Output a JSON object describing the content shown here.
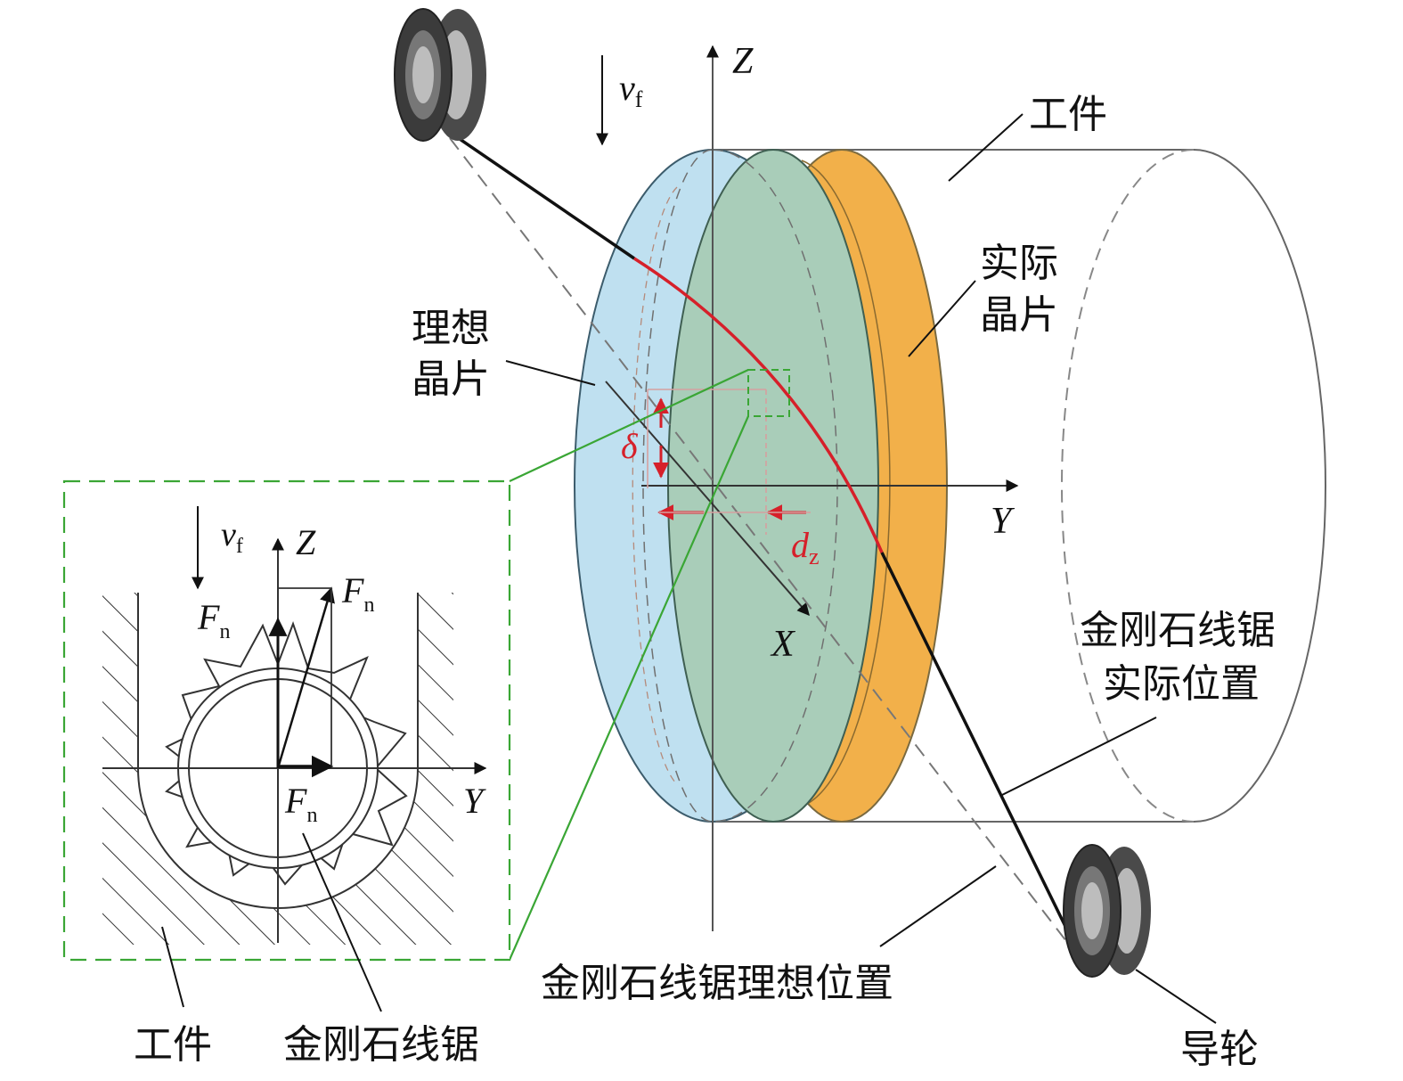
{
  "labels": {
    "workpiece_top": "工件",
    "actual_wafer_line1": "实际",
    "actual_wafer_line2": "晶片",
    "ideal_wafer_line1": "理想",
    "ideal_wafer_line2": "晶片",
    "wire_actual_line1": "金刚石线锯",
    "wire_actual_line2": "实际位置",
    "wire_ideal": "金刚石线锯理想位置",
    "guide_wheel": "导轮",
    "inset_workpiece": "工件",
    "inset_wire": "金刚石线锯"
  },
  "symbols": {
    "vf_main": "v",
    "vf_sub": "f",
    "axis_z": "Z",
    "axis_y": "Y",
    "axis_x": "X",
    "delta": "δ",
    "dz_main": "d",
    "dz_sub": "z",
    "inset_vf_main": "v",
    "inset_vf_sub": "f",
    "inset_z": "Z",
    "inset_y": "Y",
    "fn_main": "F",
    "fn_sub": "n"
  },
  "colors": {
    "ideal_wafer": "#bfe0f0",
    "actual_wafer": "#f2b04a",
    "wafer_overlap": "#a9cdb9",
    "wire_deflected": "#d6202a",
    "callout_green": "#3aa635",
    "outline": "#444444"
  }
}
